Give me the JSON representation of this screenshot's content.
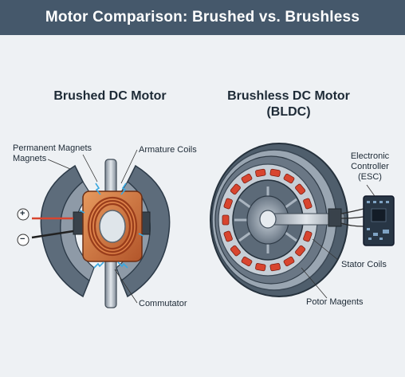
{
  "header": {
    "title": "Motor Comparison: Brushed vs. Brushless"
  },
  "brushed": {
    "title": "Brushed DC Motor",
    "labels": {
      "permanent_magnets": "Permanent Magnets",
      "magnets": "Magnets",
      "armature_coils": "Armature Coils",
      "commutator": "Commutator",
      "plus": "+",
      "minus": "−"
    }
  },
  "brushless": {
    "title_line1": "Brushless DC Motor",
    "title_line2": "(BLDC)",
    "labels": {
      "controller_line1": "Electronic",
      "controller_line2": "Controller",
      "controller_line3": "(ESC)",
      "stator_coils": "Stator Coils",
      "rotor_magnets": "Potor Magents"
    }
  },
  "colors": {
    "header_bg": "#45586b",
    "copper": "#c9602f",
    "coil_red": "#d8452f",
    "steel": "#8d99a6",
    "spark": "#3aa8e0"
  }
}
